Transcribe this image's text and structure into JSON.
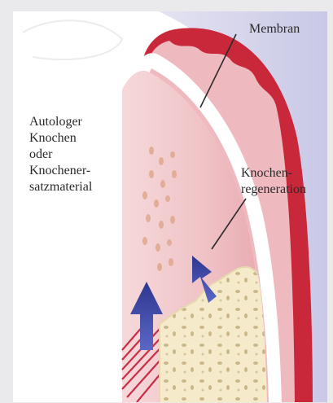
{
  "labels": {
    "membrane": "Membran",
    "grafting_lines": [
      "Autologer",
      "Knochen",
      "oder",
      "Knochener-",
      "satzmaterial"
    ],
    "regeneration_lines": [
      "Knochen-",
      "regeneration"
    ]
  },
  "colors": {
    "background": "#eaeaec",
    "panel": "#ffffff",
    "sky": "#d7d6ee",
    "membrane_red": "#c8283a",
    "inner_membrane": "#e8b4ba",
    "soft_tissue": "#f1c7c9",
    "bone": "#f4e9c6",
    "arrow_blue": "#3c46a8",
    "stripes": "#c72f45"
  }
}
